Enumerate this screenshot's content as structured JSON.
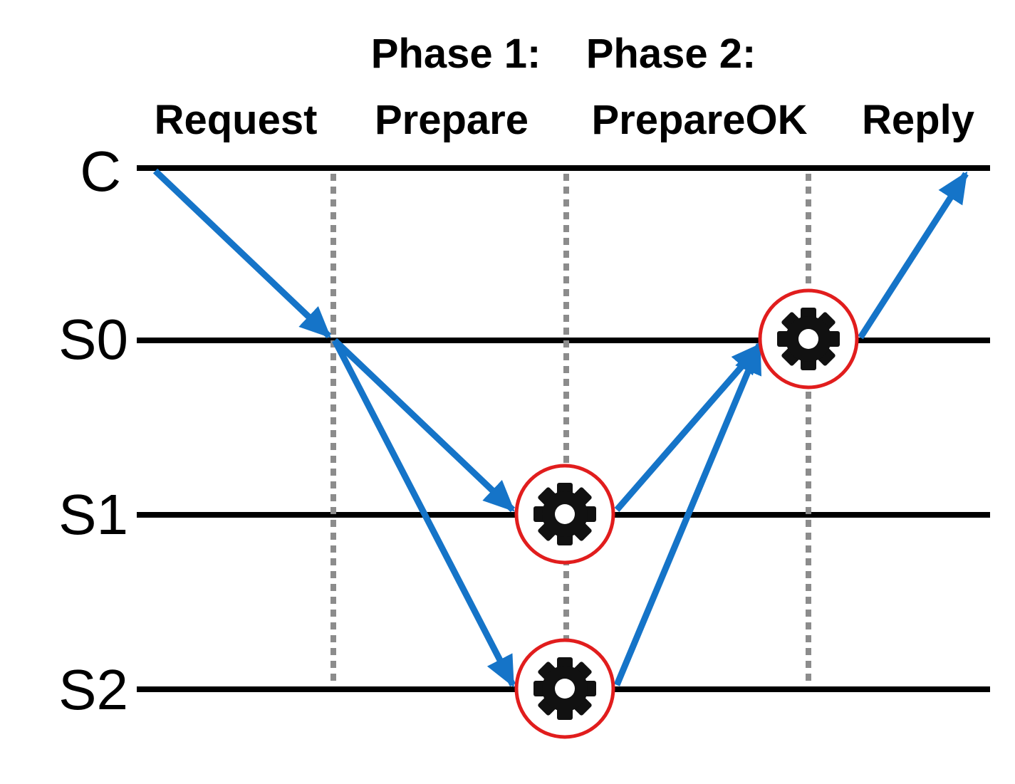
{
  "header": {
    "row1": [
      "Phase 1:",
      "Phase 2:"
    ],
    "row2": [
      "Request",
      "Prepare",
      "PrepareOK",
      "Reply"
    ]
  },
  "nodes": [
    "C",
    "S0",
    "S1",
    "S2"
  ],
  "colors": {
    "arrow": "#1574c8",
    "processing_ring": "#e11d1d",
    "divider": "#8c8c8c",
    "timeline": "#000000"
  },
  "icons": {
    "processing": "gear-icon"
  }
}
